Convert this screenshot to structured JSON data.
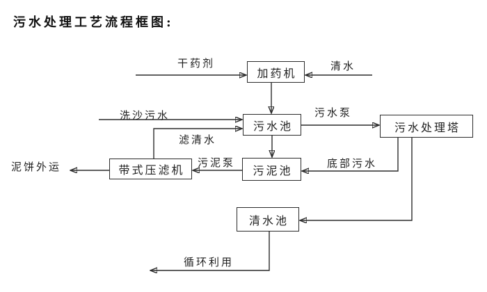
{
  "title": "污水处理工艺流程框图:",
  "diagram": {
    "background": "#ffffff",
    "line_color": "#2a2a2a",
    "nodes": {
      "dosing": "加药机",
      "sewage_pool": "污水池",
      "treatment_tower": "污水处理塔",
      "sludge_pool": "污泥池",
      "belt_press": "带式压滤机",
      "clean_pool": "清水池"
    },
    "flow_labels": {
      "dry_agent": "干药剂",
      "clean_water": "清水",
      "sand_wash_sewage": "洗沙污水",
      "sewage_pump": "污水泵",
      "filtered_water": "滤清水",
      "sludge_pump": "污泥泵",
      "bottom_sewage": "底部污水",
      "mud_cake_out": "泥饼外运",
      "recycle_use": "循环利用"
    }
  }
}
